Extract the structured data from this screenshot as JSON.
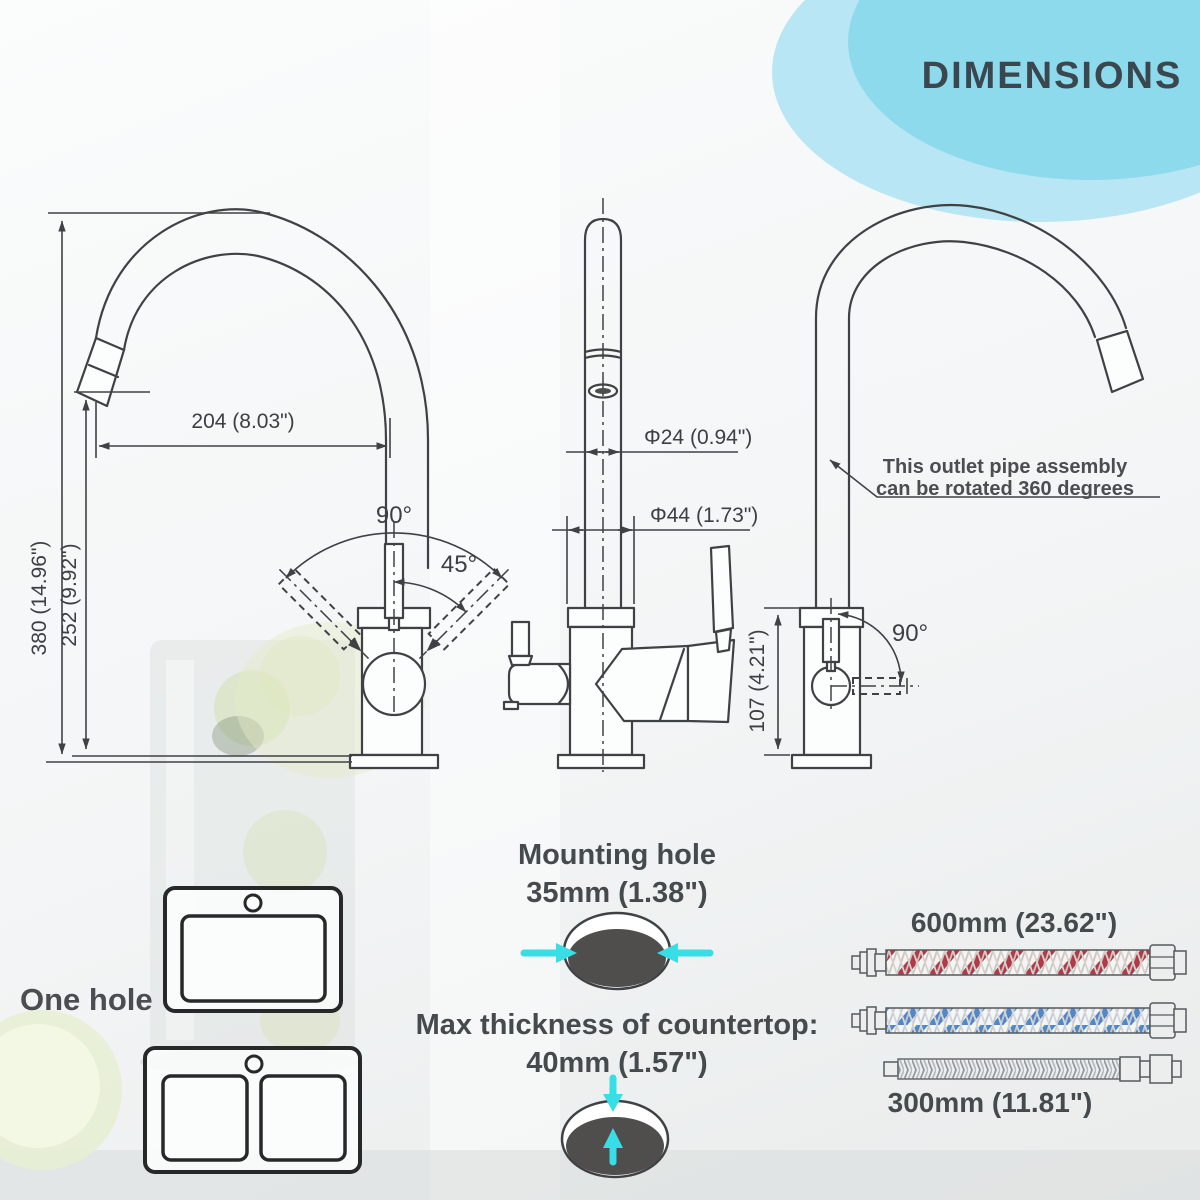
{
  "header": {
    "title": "DIMENSIONS"
  },
  "left_view": {
    "total_height": "380 (14.96\")",
    "spout_height": "252 (9.92\")",
    "spout_reach": "204 (8.03\")",
    "handle_swing_total": "90°",
    "handle_swing_side": "45°"
  },
  "center_view": {
    "spout_diameter": "Φ24 (0.94\")",
    "body_diameter": "Φ44 (1.73\")"
  },
  "right_view": {
    "body_height": "107 (4.21\")",
    "handle_swing": "90°",
    "rotation_note_line1": "This outlet pipe assembly",
    "rotation_note_line2": "can be rotated 360 degrees"
  },
  "installation": {
    "mounting_hole_label": "Mounting hole",
    "mounting_hole_size": "35mm (1.38\")",
    "countertop_label": "Max thickness of countertop:",
    "countertop_size": "40mm (1.57\")",
    "sink_config_label": "One hole"
  },
  "hoses": {
    "long_hose_length": "600mm (23.62\")",
    "short_hose_length": "300mm (11.81\")"
  },
  "colors": {
    "line": "#3f4245",
    "accent_cyan": "#38dde6",
    "blob_blue": "#8edaed",
    "hose_red_stripe": "#b23a46",
    "hose_blue_stripe": "#4f87c7",
    "hole_fill": "#504d4d"
  }
}
